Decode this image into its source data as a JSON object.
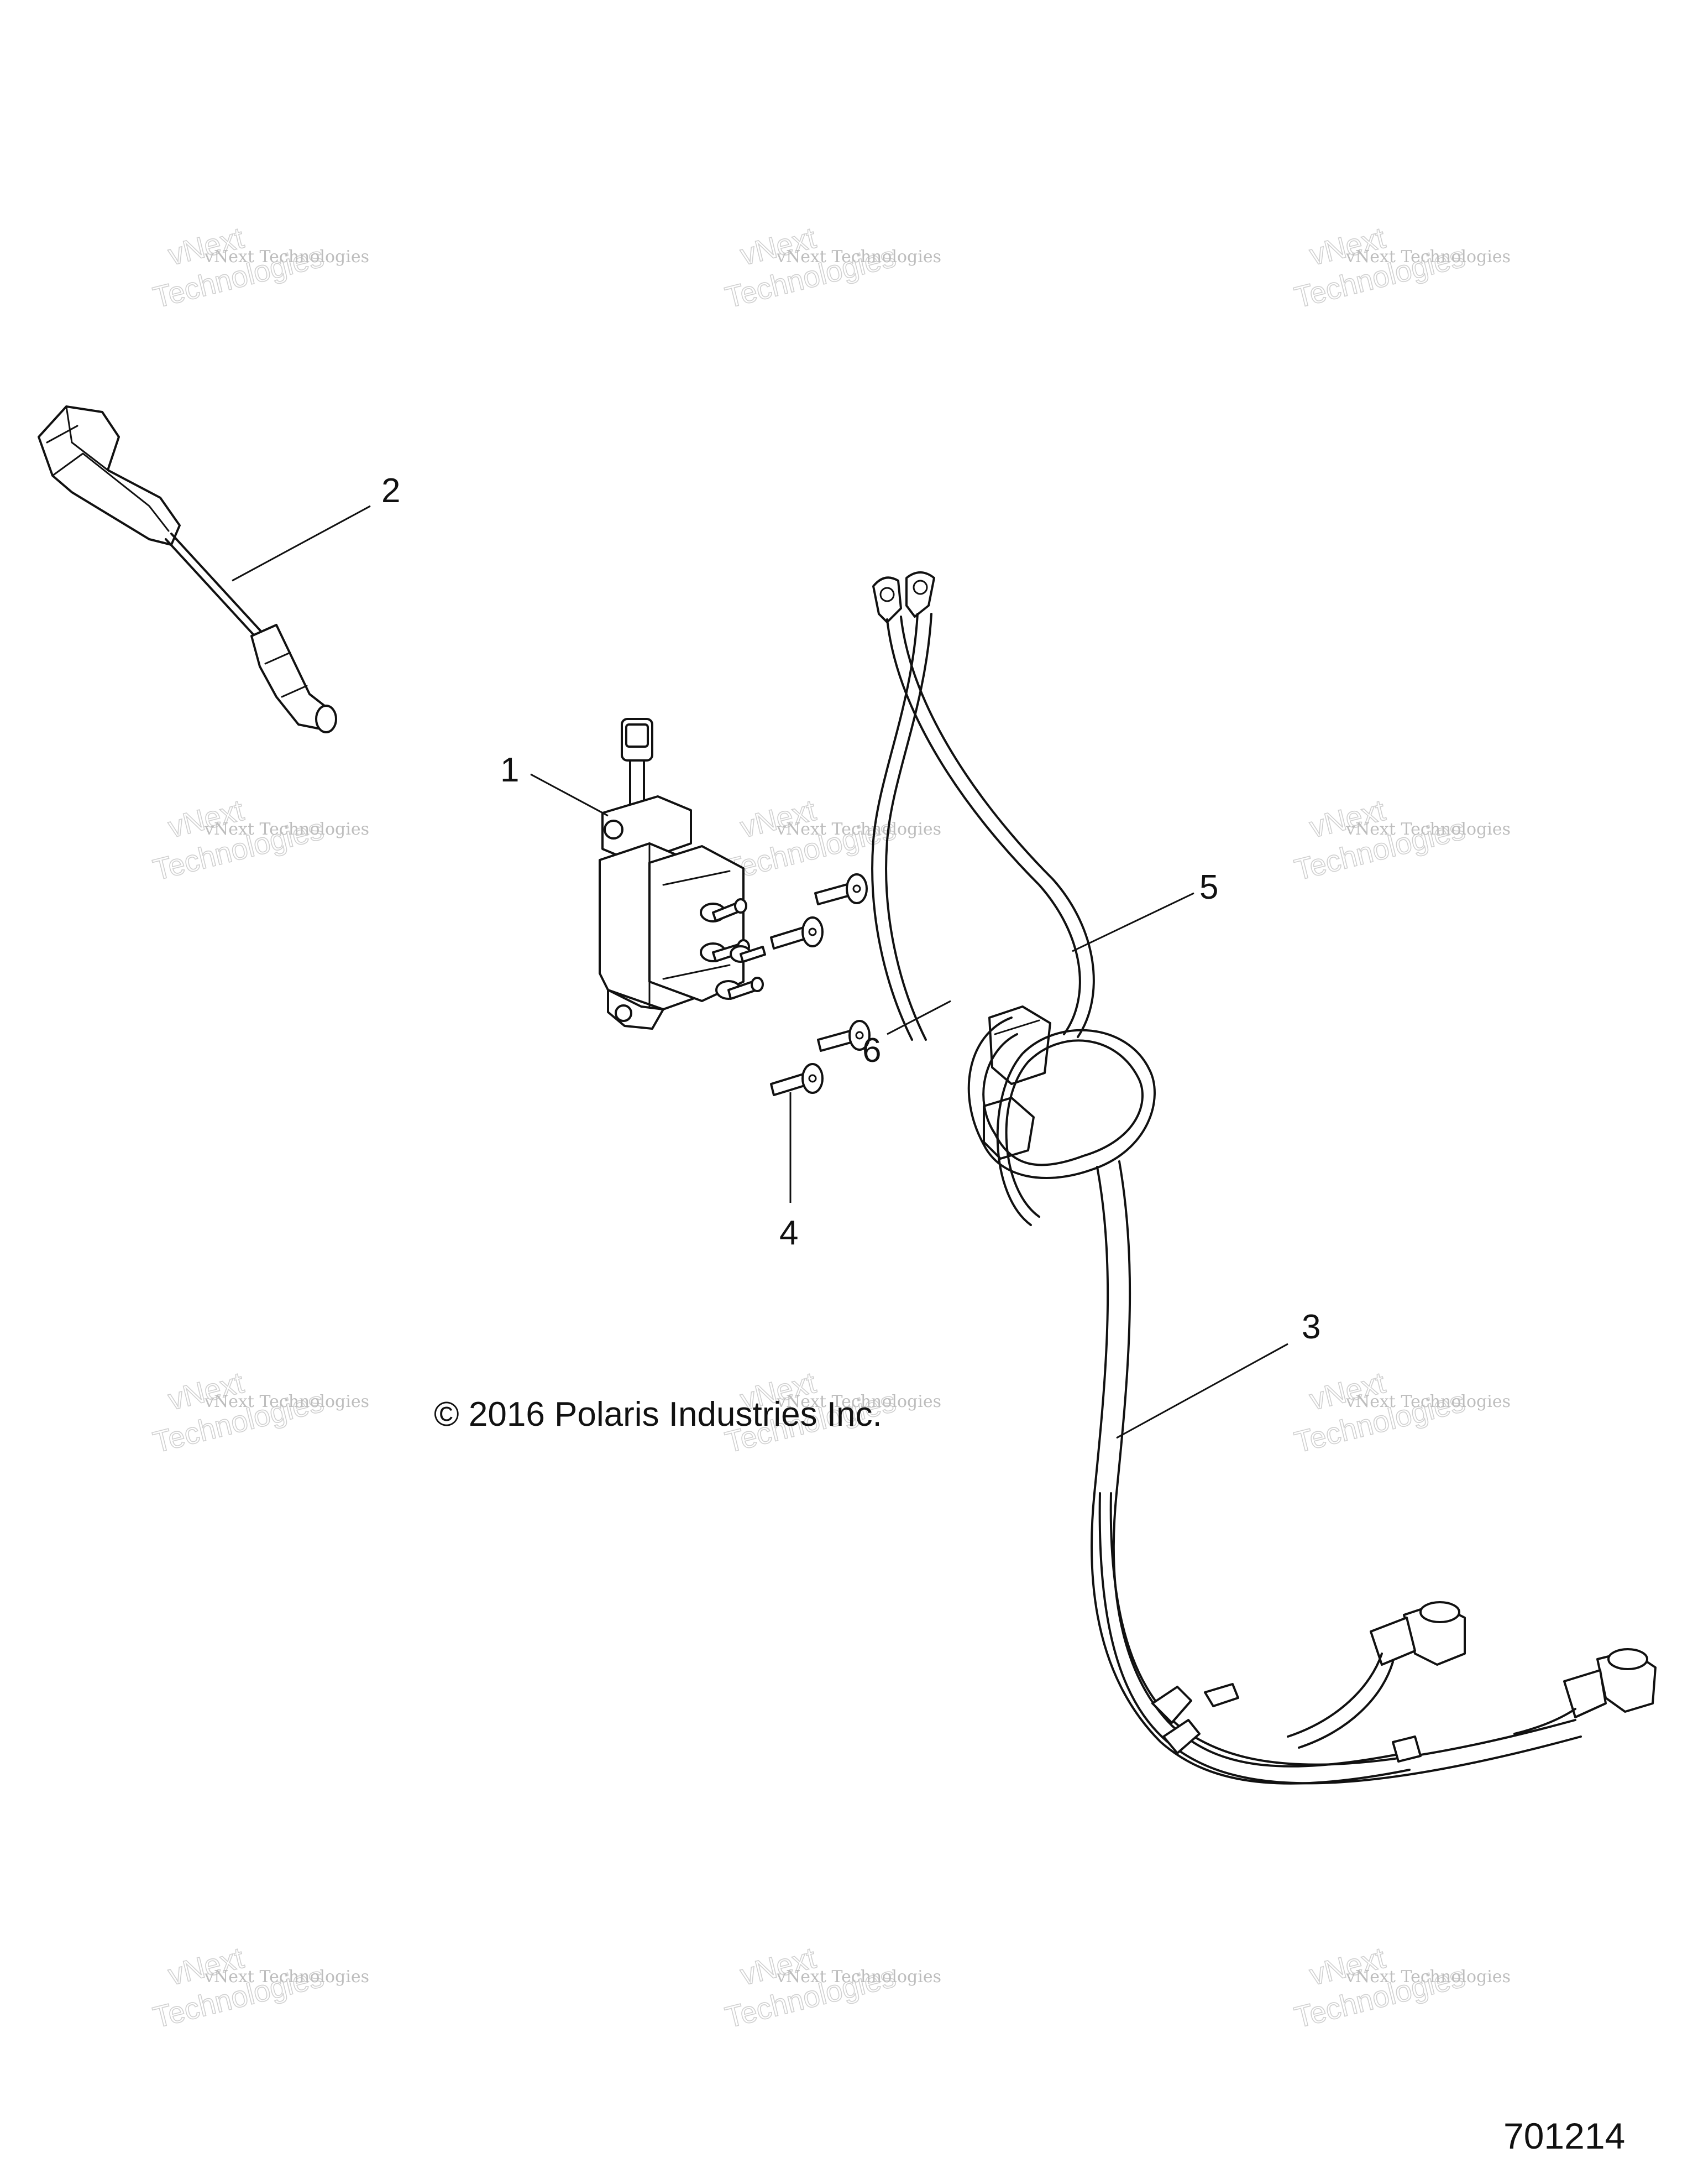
{
  "callouts": [
    "1",
    "2",
    "3",
    "4",
    "5",
    "6"
  ],
  "copyright": "© 2016 Polaris Industries Inc.",
  "part_number": "701214",
  "watermark": {
    "line1": "vNext Technologies",
    "line2": "vNext",
    "line3": "Technologies"
  }
}
